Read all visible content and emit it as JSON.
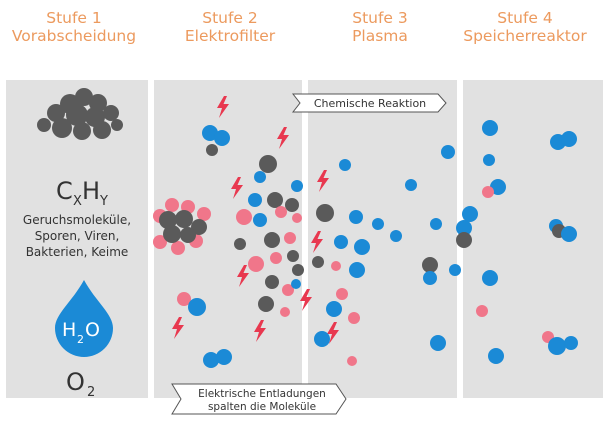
{
  "stages": [
    {
      "number": "Stufe 1",
      "name": "Vorabscheidung"
    },
    {
      "number": "Stufe 2",
      "name": "Elektrofilter"
    },
    {
      "number": "Stufe 3",
      "name": "Plasma"
    },
    {
      "number": "Stufe 4",
      "name": "Speicherreaktor"
    }
  ],
  "stage1": {
    "formula_c": "C",
    "formula_x": "X",
    "formula_h": "H",
    "formula_y": "Y",
    "description": [
      "Geruchsmoleküle,",
      "Sporen, Viren,",
      "Bakterien, Keime"
    ],
    "water_h": "H",
    "water_2": "2",
    "water_o": "O",
    "oxygen_o": "O",
    "oxygen_2": "2"
  },
  "callouts": {
    "chemical": "Chemische Reaktion",
    "electric_line1": "Elektrische Entladungen",
    "electric_line2": "spalten die Moleküle"
  },
  "colors": {
    "title": "#ec9a5e",
    "panel": "#e1e1e1",
    "separator": "#ffffff",
    "blue": "#1b8ad6",
    "dark_particle": "#5a5a5a",
    "pink": "#f0768a",
    "lightning": "#e8384f",
    "text": "#333333"
  }
}
